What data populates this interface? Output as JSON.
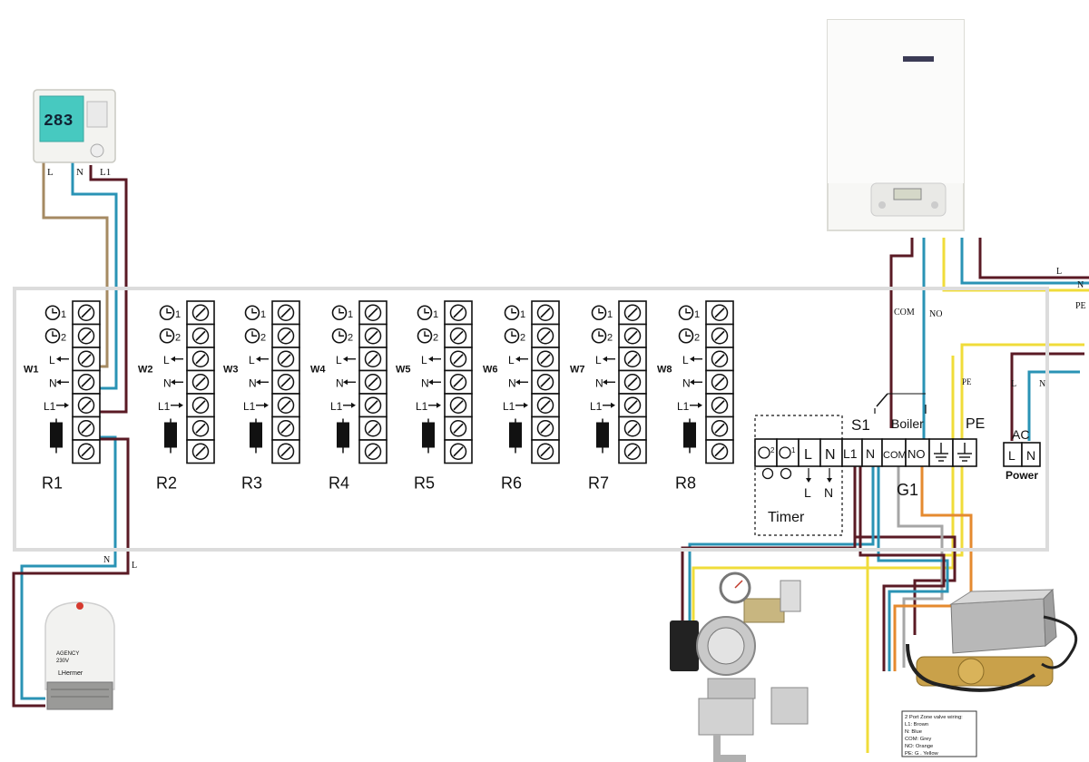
{
  "thermostat": {
    "display": "283",
    "terminal_labels": [
      "L",
      "N",
      "L1"
    ]
  },
  "zones": [
    {
      "wire": "W1",
      "relay": "R1"
    },
    {
      "wire": "W2",
      "relay": "R2"
    },
    {
      "wire": "W3",
      "relay": "R3"
    },
    {
      "wire": "W4",
      "relay": "R4"
    },
    {
      "wire": "W5",
      "relay": "R5"
    },
    {
      "wire": "W6",
      "relay": "R6"
    },
    {
      "wire": "W7",
      "relay": "R7"
    },
    {
      "wire": "W8",
      "relay": "R8"
    }
  ],
  "zone_terminal_labels": {
    "clock1": "1",
    "clock2": "2",
    "live": "L",
    "neutral": "N",
    "switched_live": "L1"
  },
  "timer": {
    "label": "Timer",
    "terminals": [
      "L",
      "N"
    ],
    "out_labels": [
      "L",
      "N"
    ],
    "clock_digits": [
      "2",
      "1"
    ]
  },
  "switch_block": {
    "s1": "S1",
    "boiler": "Boiler",
    "pe": "PE",
    "g1": "G1",
    "terminals": [
      "L1",
      "N",
      "COM",
      "NO"
    ]
  },
  "power": {
    "ac": "AC",
    "label": "Power",
    "terminals": [
      "L",
      "N"
    ],
    "wire_labels": [
      "L",
      "N"
    ]
  },
  "boiler_wires": {
    "com": "COM",
    "no": "NO",
    "l": "L",
    "n": "N",
    "pe": "PE"
  },
  "actuator_wires": {
    "n": "N",
    "l": "L"
  },
  "actuator_text": [
    "AGENCY",
    "230V",
    "LHermer"
  ],
  "pe_wire_label": "PE",
  "zone_valve_wiring": {
    "title": "2 Port Zone valve wiring:",
    "lines": [
      "L1: Brown",
      "N: Blue",
      "COM: Grey",
      "NO: Orange",
      "PE: G . Yellow"
    ]
  },
  "colors": {
    "brown": "#5a1a24",
    "blue": "#2a93b5",
    "tan": "#a58a62",
    "yellow": "#f0dc3a",
    "grey": "#a6a6a6",
    "orange": "#e58a2f",
    "lcd": "#47c9c0",
    "panel": "#dcdcdc"
  }
}
